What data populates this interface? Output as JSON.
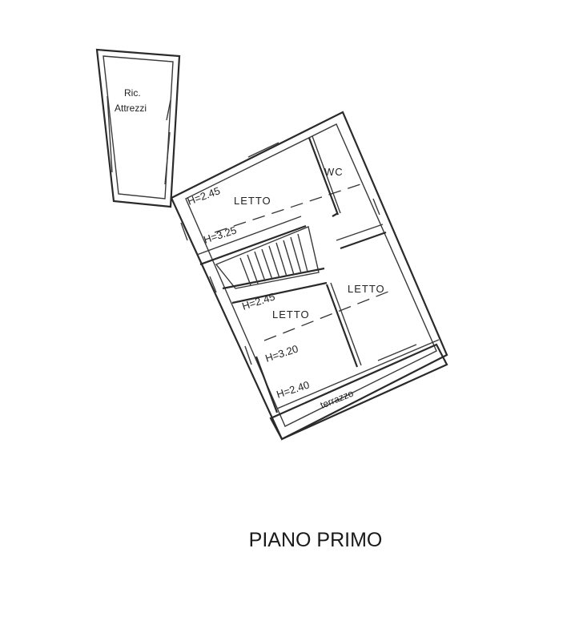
{
  "rooms": {
    "shed_line1": "Ric.",
    "shed_line2": "Attrezzi",
    "wc": "WC",
    "letto_top": "LETTO",
    "letto_mid": "LETTO",
    "letto_right": "LETTO",
    "terrace": "terrazzo"
  },
  "heights": {
    "top_a": "H=2.45",
    "top_b": "H=3.25",
    "mid_a": "H=2.45",
    "mid_b": "H=3.20",
    "mid_c": "H=2.40"
  },
  "caption": "PIANO PRIMO"
}
